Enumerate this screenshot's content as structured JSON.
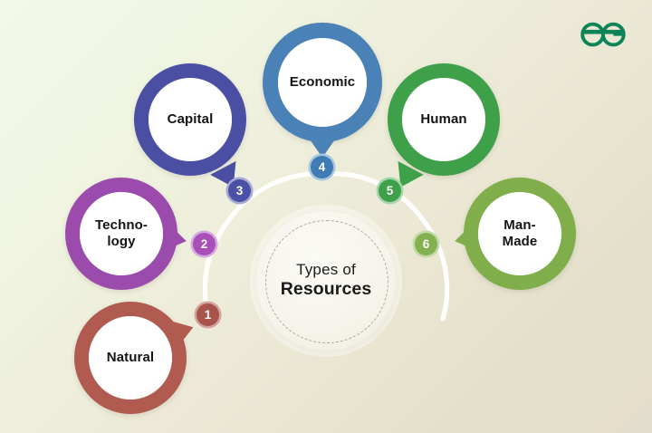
{
  "background": {
    "gradient_from": "#f3f9e8",
    "gradient_to": "#e3decb"
  },
  "brand": {
    "logo_name": "geeksforgeeks-logo",
    "logo_color": "#0b8457"
  },
  "hub": {
    "line1": "Types of",
    "line2": "Resources"
  },
  "diagram": {
    "type": "radial-bubble-infographic",
    "node_count": 6,
    "arc_color": "#ffffff"
  },
  "nodes": [
    {
      "id": "natural",
      "label": "Natural",
      "label_lines": [
        "Natural"
      ],
      "number": "1",
      "ring_color": "#b05a50",
      "badge_color": "#a8544a",
      "badge_ring": "#d3a49d"
    },
    {
      "id": "technology",
      "label": "Technology",
      "label_lines": [
        "Techno-",
        "logy"
      ],
      "number": "2",
      "ring_color": "#9b4bab",
      "badge_color": "#a84fb8",
      "badge_ring": "#d5a7de"
    },
    {
      "id": "capital",
      "label": "Capital",
      "label_lines": [
        "Capital"
      ],
      "number": "3",
      "ring_color": "#4a4fa3",
      "badge_color": "#4b51a6",
      "badge_ring": "#a9abd4"
    },
    {
      "id": "economic",
      "label": "Economic",
      "label_lines": [
        "Economic"
      ],
      "number": "4",
      "ring_color": "#4a82b8",
      "badge_color": "#3f7bb5",
      "badge_ring": "#a6c5df"
    },
    {
      "id": "human",
      "label": "Human",
      "label_lines": [
        "Human"
      ],
      "number": "5",
      "ring_color": "#49a councils",
      "badge_color": "#3ea049",
      "badge_ring": "#a5d6ab"
    },
    {
      "id": "man-made",
      "label": "Man-Made",
      "label_lines": [
        "Man-",
        "Made"
      ],
      "number": "6",
      "ring_color": "#7fae4a",
      "badge_color": "#84b150",
      "badge_ring": "#c2dba6"
    }
  ]
}
